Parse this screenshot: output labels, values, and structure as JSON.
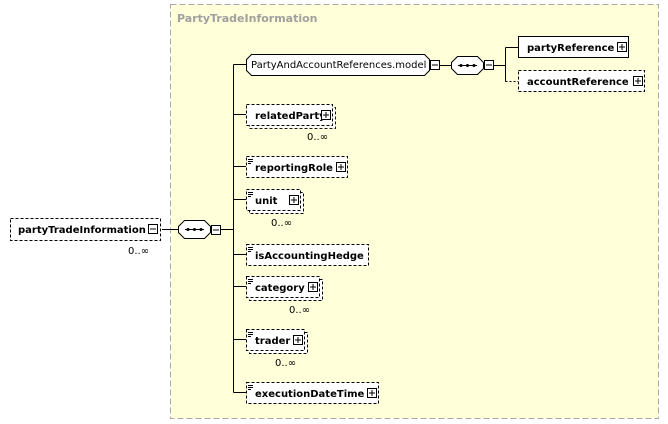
{
  "type_box": {
    "title": "PartyTradeInformation"
  },
  "root": {
    "label": "partyTradeInformation",
    "occurs": "0..∞"
  },
  "group_ref": {
    "label": "PartyAndAccountReferences.model"
  },
  "group_children": [
    {
      "label": "partyReference",
      "occurs": ""
    },
    {
      "label": "accountReference",
      "occurs": ""
    }
  ],
  "elements": [
    {
      "label": "relatedParty",
      "occurs": "0..∞"
    },
    {
      "label": "reportingRole",
      "occurs": ""
    },
    {
      "label": "unit",
      "occurs": "0..∞"
    },
    {
      "label": "isAccountingHedge",
      "occurs": ""
    },
    {
      "label": "category",
      "occurs": "0..∞"
    },
    {
      "label": "trader",
      "occurs": "0..∞"
    },
    {
      "label": "executionDateTime",
      "occurs": ""
    }
  ],
  "colors": {
    "type_box_fill": "#ffffd9",
    "type_box_border": "#a8a8a8",
    "element_fill": "#ffffff"
  },
  "icons": [
    "expand-icon",
    "collapse-icon",
    "sequence-icon",
    "simple-type-icon"
  ]
}
